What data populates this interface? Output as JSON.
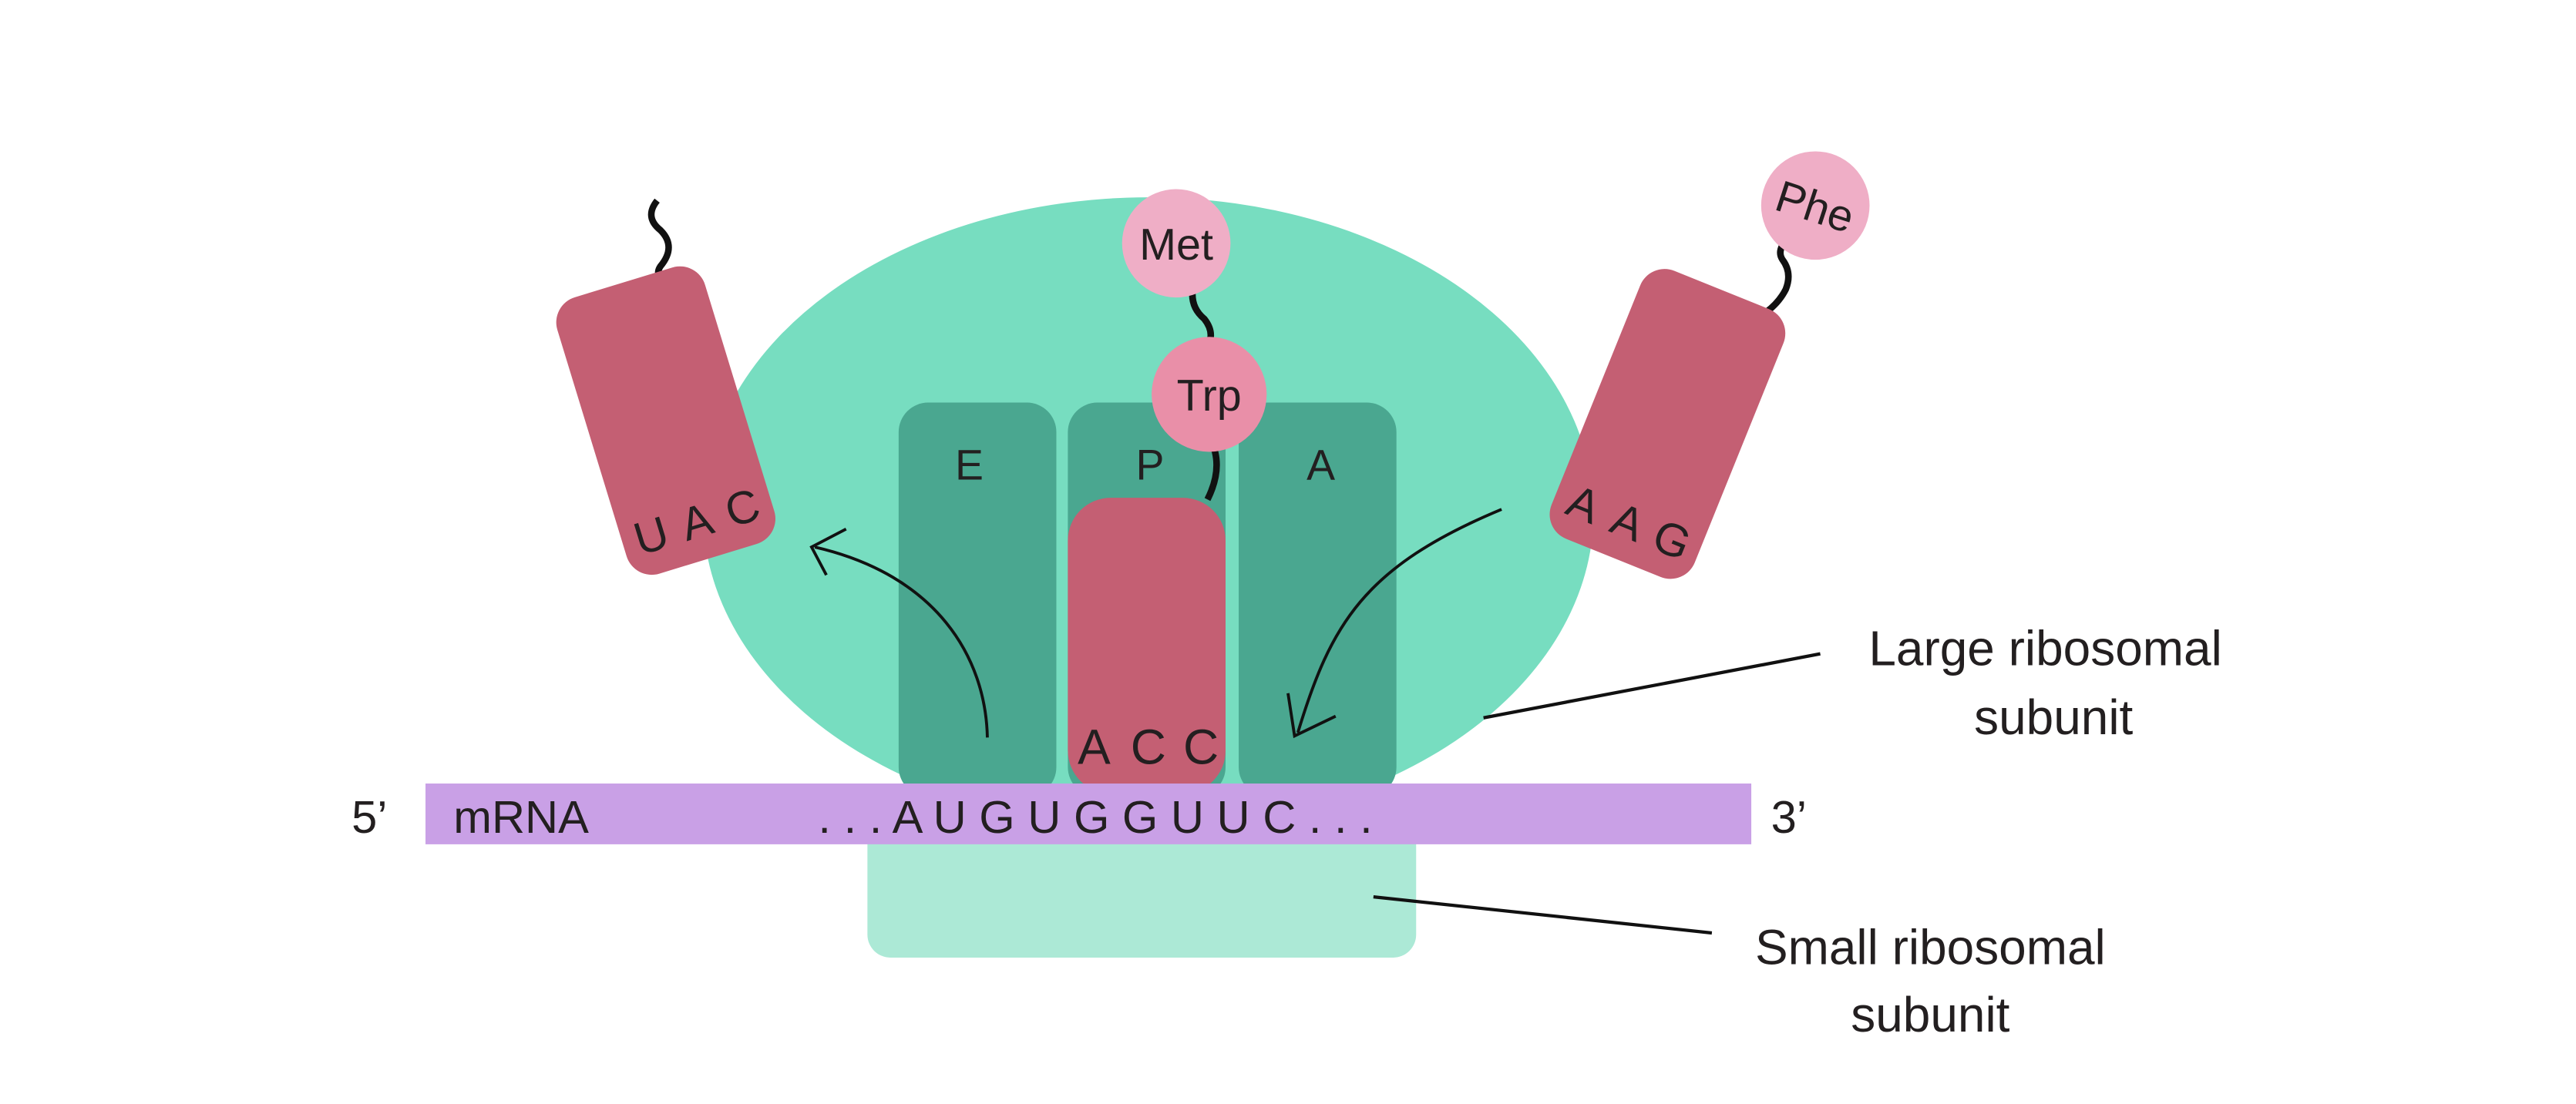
{
  "colors": {
    "large_subunit": "#77ddc0",
    "site": "#4aa790",
    "small_subunit": "#ace9d6",
    "mrna": "#c9a0e6",
    "trna": "#c45f73",
    "met": "#efaec6",
    "trp": "#e98fa8",
    "phe": "#efaec6"
  },
  "sites": {
    "e": "E",
    "p": "P",
    "a": "A"
  },
  "amino_acids": {
    "met": "Met",
    "trp": "Trp",
    "phe": "Phe"
  },
  "trna": {
    "exiting_anticodon": [
      "U",
      "A",
      "C"
    ],
    "p_site_anticodon": [
      "A",
      "C",
      "C"
    ],
    "incoming_anticodon": [
      "A",
      "A",
      "G"
    ]
  },
  "mrna": {
    "five_prime": "5’",
    "three_prime": "3’",
    "label": "mRNA",
    "sequence": ". . . A U G U G G U U C . . ."
  },
  "labels": {
    "large_line1": "Large ribosomal",
    "large_line2": "subunit",
    "small_line1": "Small ribosomal",
    "small_line2": "subunit"
  }
}
